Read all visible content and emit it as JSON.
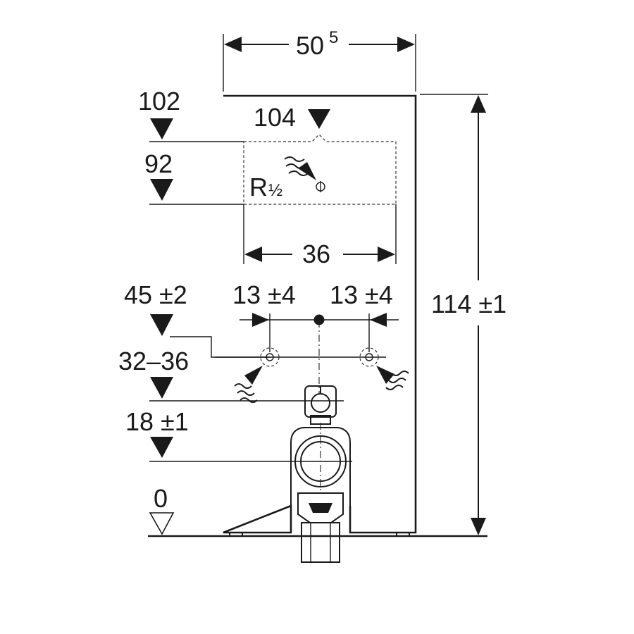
{
  "colors": {
    "ink": "#1a1a1a",
    "background": "#ffffff"
  },
  "dimensions": {
    "width_total": {
      "value": "50",
      "sup": "5"
    },
    "height_total": "114 ±1",
    "connection_width": "36",
    "offset_left": "13 ±4",
    "offset_right": "13 ±4"
  },
  "levels": [
    {
      "label": "102"
    },
    {
      "label": "92"
    },
    {
      "label": "45 ±2"
    },
    {
      "label": "32–36"
    },
    {
      "label": "18 ±1"
    },
    {
      "label": "0"
    }
  ],
  "top_level": "104",
  "thread": {
    "main": "R",
    "fraction": "½"
  },
  "icons": [
    "water-supply-icon",
    "water-valve-icon",
    "drain-pipe-icon"
  ]
}
